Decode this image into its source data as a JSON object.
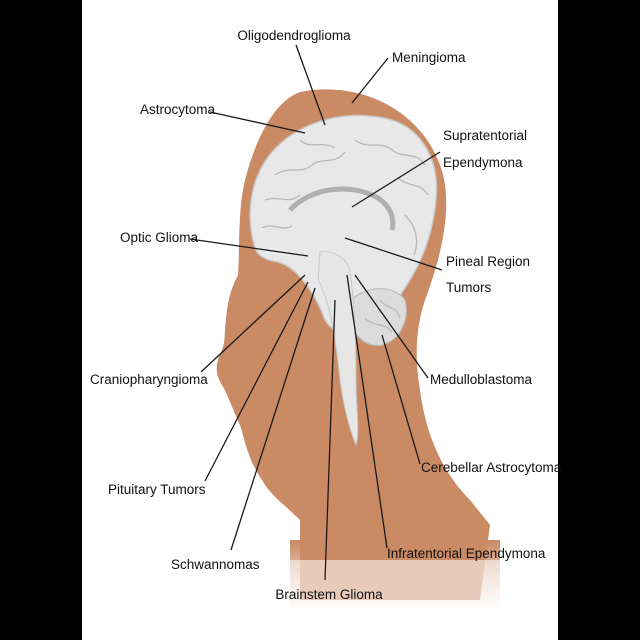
{
  "labels": {
    "oligodendroglioma": "Oligodendroglioma",
    "meningioma": "Meningioma",
    "astrocytoma": "Astrocytoma",
    "supratentorial_1": "Supratentorial",
    "supratentorial_2": "Ependymona",
    "optic_glioma": "Optic Glioma",
    "pineal_1": "Pineal Region",
    "pineal_2": "Tumors",
    "craniopharyngioma": "Craniopharyngioma",
    "medulloblastoma": "Medulloblastoma",
    "cerebellar_astrocytoma": "Cerebellar Astrocytoma",
    "pituitary_tumors": "Pituitary Tumors",
    "infratentorial_ependymona": "Infratentorial Ependymona",
    "schwannomas": "Schwannomas",
    "brainstem_glioma": "Brainstem Glioma"
  },
  "colors": {
    "background": "#ffffff",
    "letterbox": "#000000",
    "skin": "#c98a64",
    "brain": "#e8e8e8",
    "brain_fold": "#b9b9b9",
    "leader": "#1a1a1a"
  }
}
